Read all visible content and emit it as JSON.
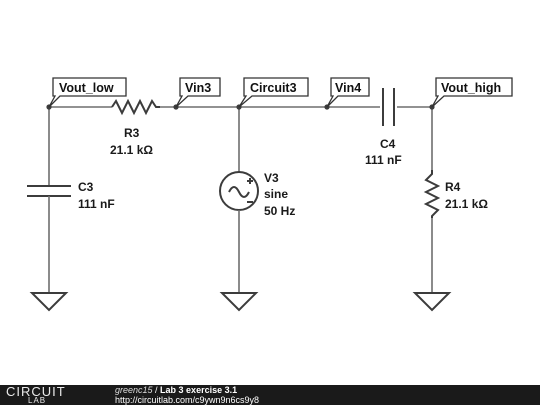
{
  "nets": {
    "vout_low": "Vout_low",
    "vin3": "Vin3",
    "circuit3": "Circuit3",
    "vin4": "Vin4",
    "vout_high": "Vout_high"
  },
  "components": {
    "r3": {
      "name": "R3",
      "value": "21.1 kΩ"
    },
    "c3": {
      "name": "C3",
      "value": "111 nF"
    },
    "v3": {
      "name": "V3",
      "type": "sine",
      "freq": "50 Hz"
    },
    "c4": {
      "name": "C4",
      "value": "111 nF"
    },
    "r4": {
      "name": "R4",
      "value": "21.1 kΩ"
    }
  },
  "footer": {
    "logo_top": "CIRCUIT",
    "logo_bottom": "LAB",
    "user": "greenc15",
    "separator": " / ",
    "title": "Lab 3 exercise 3.1",
    "url": "http://circuitlab.com/c9ywn9n6cs9y8"
  }
}
